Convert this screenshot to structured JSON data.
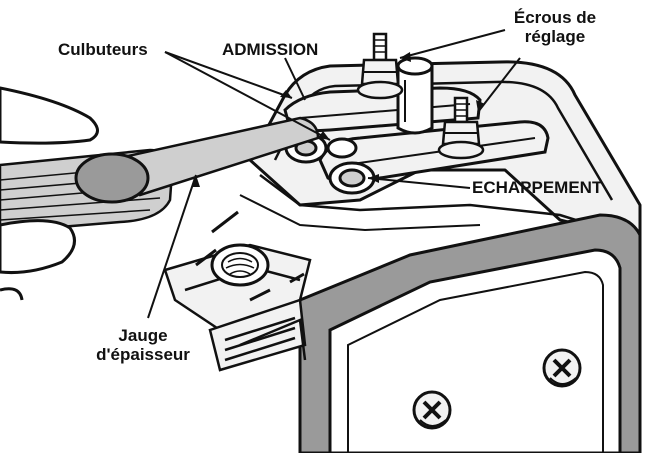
{
  "labels": {
    "culbuteurs": "Culbuteurs",
    "admission": "ADMISSION",
    "ecrous_line1": "Écrous de",
    "ecrous_line2": "réglage",
    "echappement": "ECHAPPEMENT",
    "jauge_line1": "Jauge",
    "jauge_line2": "d'épaisseur"
  },
  "colors": {
    "ink": "#111111",
    "metal_light": "#f2f2f2",
    "metal_mid": "#cfcfcf",
    "metal_dark": "#9a9a9a",
    "background": "#ffffff"
  }
}
